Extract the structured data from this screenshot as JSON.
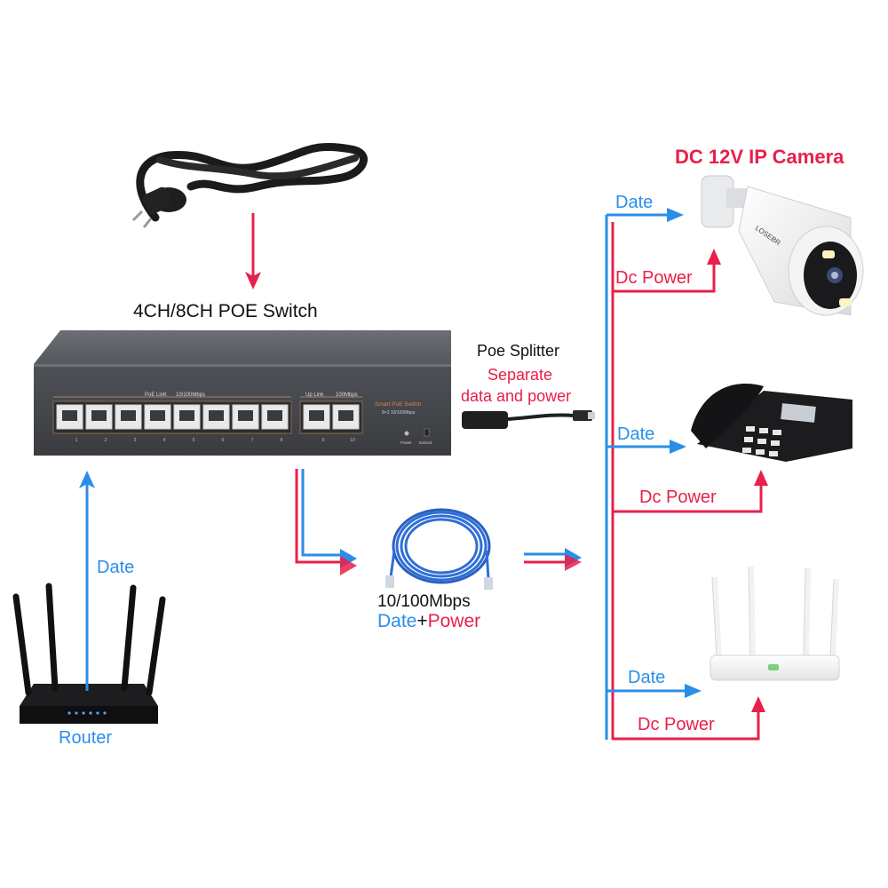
{
  "switch": {
    "title": "4CH/8CH POE Switch",
    "poe_link_label": "PoE LinK",
    "poe_speed_label": "10/100Mbps",
    "uplink_label": "Up Link",
    "uplink_speed_label": "100Mbps",
    "brand_label": "Smart PoE Switch",
    "spec_label": "8×2 10/100Mbps",
    "power_label": "Power",
    "extend_label": "Extend",
    "port_numbers": [
      "1",
      "2",
      "3",
      "4",
      "5",
      "6",
      "7",
      "8",
      "9",
      "10"
    ]
  },
  "splitter": {
    "title": "Poe Splitter",
    "line1": "Separate",
    "line2": "data and power"
  },
  "cable": {
    "speed": "10/100Mbps",
    "date": "Date",
    "plus": "+",
    "power": "Power"
  },
  "router": {
    "label": "Router",
    "date": "Date"
  },
  "camera": {
    "title": "DC 12V IP Camera",
    "date": "Date",
    "power": "Dc Power",
    "brand": "LOSEBR"
  },
  "phone": {
    "date": "Date",
    "power": "Dc Power"
  },
  "wifi": {
    "date": "Date",
    "power": "Dc Power"
  },
  "colors": {
    "data": "#2a8ee8",
    "power": "#e8204a",
    "switch_body": "#4a4d52"
  }
}
